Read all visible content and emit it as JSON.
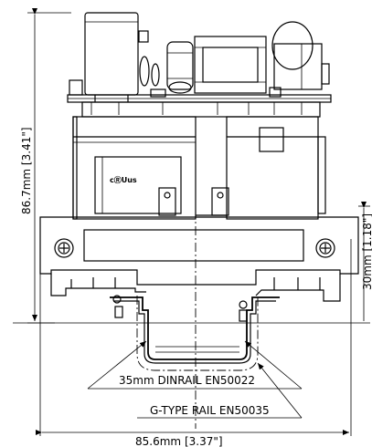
{
  "dimensions": {
    "height": "86.7mm",
    "height_in": "[3.41\"]",
    "width": "85.6mm",
    "width_in": "[3.37\"]",
    "rail_height": "30mm",
    "rail_height_in": "[1.18\"]"
  },
  "labels": {
    "din_rail": "35mm DINRAIL EN50022",
    "g_rail": "G-TYPE RAIL EN50035",
    "cert_mark": "cⓇUus"
  }
}
